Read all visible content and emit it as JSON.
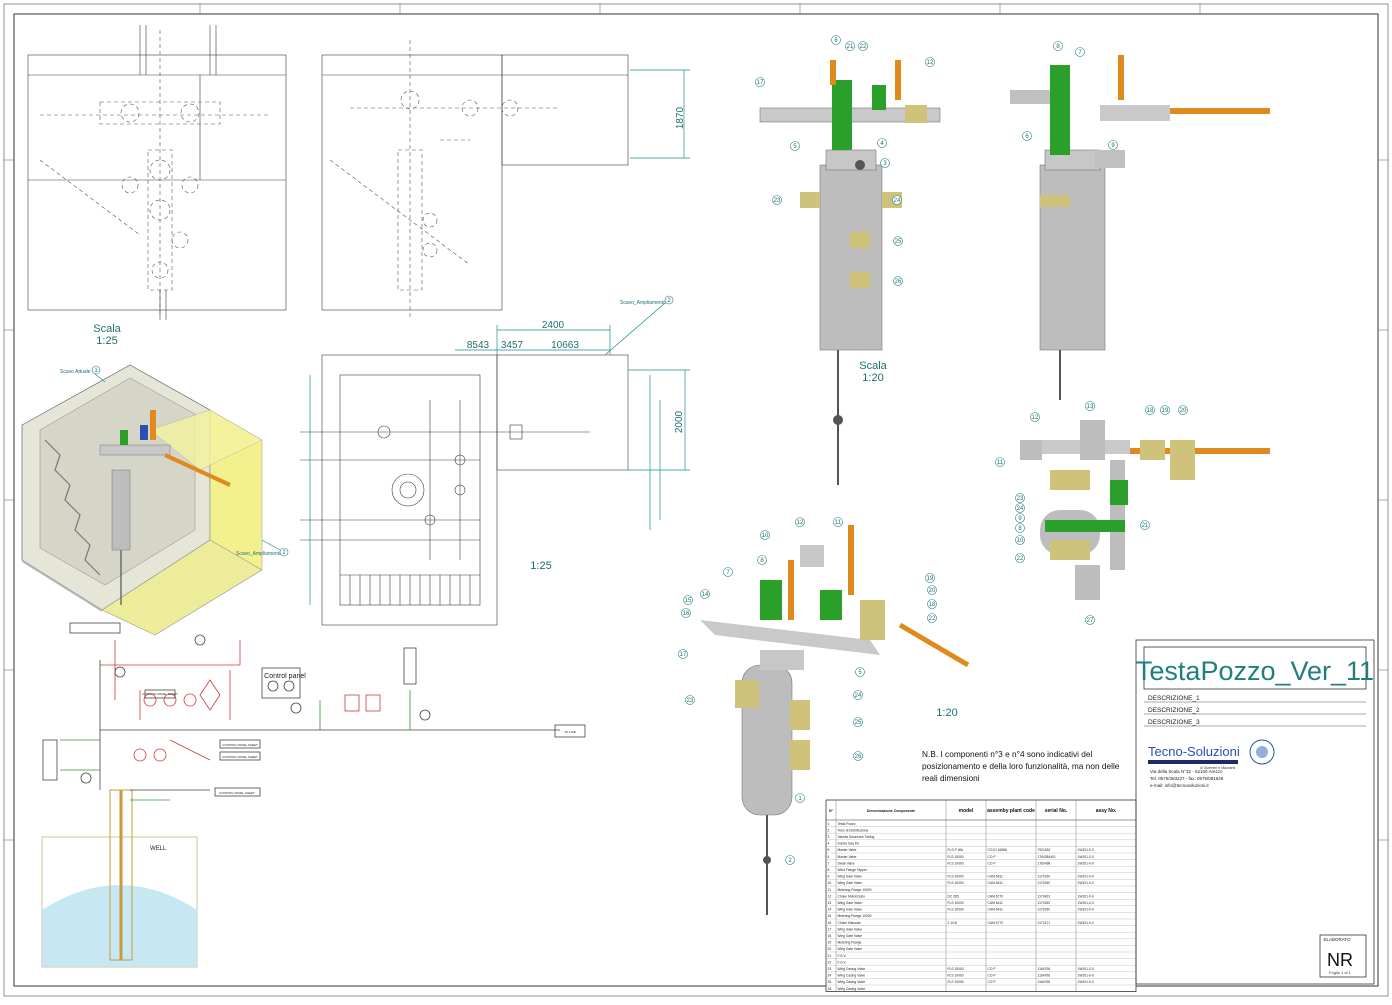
{
  "drawing": {
    "scale_labels": [
      "Scala",
      "1:25",
      "1:25",
      "Scala",
      "1:20",
      "1:20"
    ],
    "dims": {
      "height_top": "1870",
      "width_total": "2400",
      "height_plan": "2000",
      "sub1": "8543",
      "sub2": "3457",
      "sub3": "10663"
    },
    "annotations": {
      "scavo_attuale": "Scavo Attuale",
      "scavo_ampliamento_1": "Scavo_Ampliamento",
      "scavo_ampliamento_2": "Scavo_Ampliamento"
    },
    "balloons_front": [
      "8",
      "21",
      "22",
      "17",
      "12",
      "5",
      "4",
      "3",
      "23",
      "24",
      "25",
      "26"
    ],
    "balloons_side": [
      "8",
      "7",
      "6",
      "9"
    ],
    "balloons_top": [
      "12",
      "13",
      "18",
      "19",
      "20",
      "11",
      "23",
      "24",
      "9",
      "8",
      "21",
      "10",
      "22",
      "27"
    ],
    "balloons_iso": [
      "10",
      "12",
      "11",
      "8",
      "7",
      "14",
      "15",
      "16",
      "17",
      "19",
      "20",
      "18",
      "22",
      "23",
      "5",
      "24",
      "25",
      "26",
      "1",
      "2"
    ]
  },
  "pid": {
    "well_label": "WELL",
    "control_panel": "Control panel",
    "control_panel_sheet": "CONTROL PANEL SHEET",
    "to_line": "TO LINE"
  },
  "note": {
    "text": "N.B. I componenti n°3 e n°4 sono indicativi del posizionamento e della loro funzionalità, ma non delle reali dimensioni"
  },
  "bom": {
    "headers": [
      "N°",
      "Denominazione Componente",
      "model",
      "assemby plant code",
      "serial No.",
      "assy No."
    ],
    "rows": [
      [
        "1",
        "Testa Pozzo",
        "",
        "",
        "",
        ""
      ],
      [
        "2",
        "Tubo di Distribuzione",
        "",
        "",
        "",
        ""
      ],
      [
        "3",
        "Valvola Sicurezza Tubing",
        "",
        "",
        "",
        ""
      ],
      [
        "4",
        "Sonda Gas Kit",
        "",
        "",
        "",
        ""
      ],
      [
        "5",
        "Master Valve",
        "FLS-P WA",
        "CO ID 16868",
        "7921632",
        "1W101-0-0"
      ],
      [
        "6",
        "Master Valve",
        "FLS 10000",
        "CO P",
        "1764384401",
        "1W101-0-0"
      ],
      [
        "7",
        "Swab Valve",
        "FLS 10000",
        "CO P",
        "1760498",
        "1W101-0-0"
      ],
      [
        "8",
        "Wind Flange Tapper",
        "",
        "",
        "",
        ""
      ],
      [
        "9",
        "Wing Gate Valve",
        "FLS 10000",
        "CAM 6411",
        "1170150",
        "1W101-0-0"
      ],
      [
        "10",
        "Wing Gate Valve",
        "FLS 10000",
        "CAM 6411",
        "1170150",
        "1W101-0-0"
      ],
      [
        "11",
        "Metering Flange 10000",
        "",
        "",
        "",
        ""
      ],
      [
        "12",
        "Choke Motorizzato",
        "DC 265",
        "CAM 6770",
        "1170423",
        "1W101-0-0"
      ],
      [
        "13",
        "Wing Gate Valve",
        "FLS 10000",
        "CAM 6411",
        "1170150",
        "1W101-0-0"
      ],
      [
        "14",
        "Wing Gate Valve",
        "FLS 10000",
        "CAM 6411",
        "1170150",
        "1W101-0-0"
      ],
      [
        "15",
        "Metering Flange 10000",
        "",
        "",
        "",
        ""
      ],
      [
        "16",
        "Choke Manuale",
        "2 1/16",
        "CAM 6770",
        "1170171",
        "1W101-0-0"
      ],
      [
        "17",
        "Wing Gate Valve",
        "",
        "",
        "",
        ""
      ],
      [
        "18",
        "Wing Gate Valve",
        "",
        "",
        "",
        ""
      ],
      [
        "19",
        "Metering Flange",
        "",
        "",
        "",
        ""
      ],
      [
        "20",
        "Wing Gate Valve",
        "",
        "",
        "",
        ""
      ],
      [
        "21",
        "F.G.V.",
        "",
        "",
        "",
        ""
      ],
      [
        "22",
        "F.G.V.",
        "",
        "",
        "",
        ""
      ],
      [
        "23",
        "Wing Casing Valve",
        "FLS 10000",
        "CO P",
        "1164706",
        "1W101-0-0"
      ],
      [
        "24",
        "Wing Casing Valve",
        "FLS 10000",
        "CO P",
        "1164706",
        "1W101-0-0"
      ],
      [
        "25",
        "Wing Casing Valve",
        "FLS 10000",
        "CO P",
        "1164706",
        "1W101-0-0"
      ],
      [
        "26",
        "Wing Casing Valve",
        "",
        "",
        "",
        ""
      ]
    ]
  },
  "title_block": {
    "title": "TestaPozzo_Ver_11",
    "descriptions": [
      "DESCRIZIONE_1",
      "DESCRIZIONE_2",
      "DESCRIZIONE_3"
    ],
    "company": "Tecno-Soluzioni",
    "company_tagline": "di Guerrieri e Mazzanti",
    "address": "Via della Scala N°32 - 52100 Arezzo",
    "phone": "Tel. 0575/383227 - fax. 0575/081649",
    "email": "e-mail: info@tecnosoluzioni.it",
    "elaborato_label": "ELABORATO",
    "elaborato_code": "NR",
    "foglio": "Foglio 1 di 1"
  },
  "colors": {
    "teal": "#1f6f6f",
    "green": "#2aa02a",
    "orange": "#e08a1e",
    "yellow_box": "#f2ef7a",
    "gray_body": "#bdbdbd",
    "red_line": "#d23a3a"
  }
}
